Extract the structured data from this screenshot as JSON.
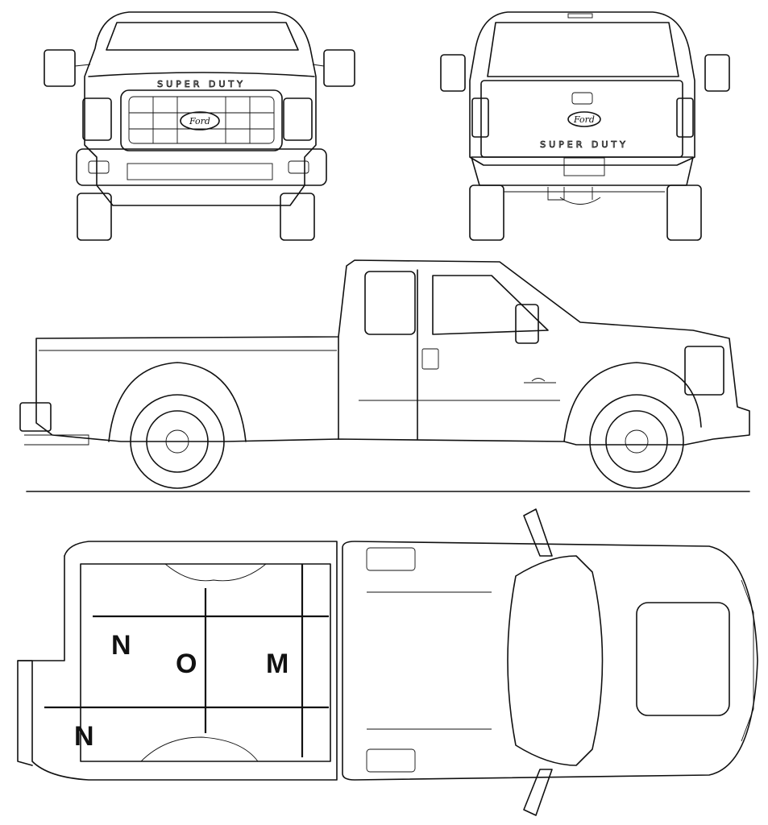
{
  "front_view": {
    "badge": "SUPER DUTY",
    "logo": "Ford"
  },
  "rear_view": {
    "badge": "SUPER DUTY",
    "logo": "Ford"
  },
  "top_view": {
    "dimension_labels": {
      "n_upper": "N",
      "o": "O",
      "m": "M",
      "n_lower": "N"
    }
  },
  "colors": {
    "line": "#111111",
    "background": "#ffffff"
  }
}
